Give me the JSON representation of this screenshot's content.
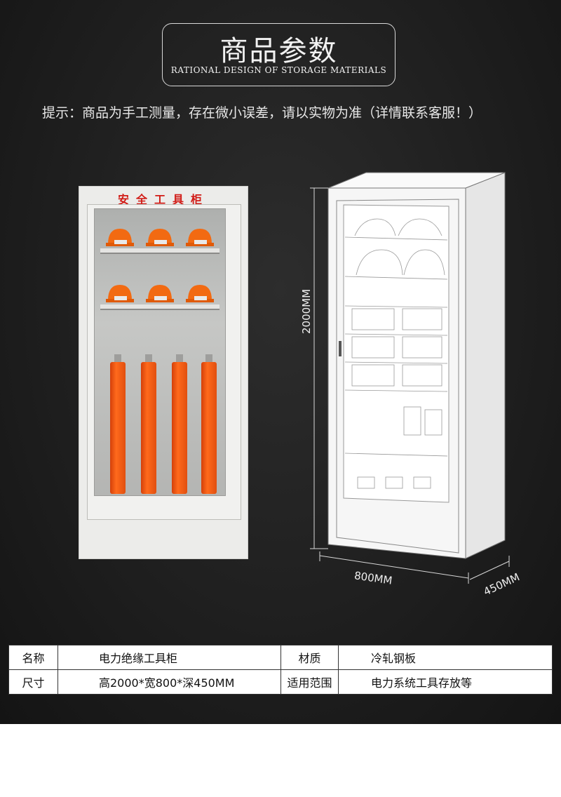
{
  "header": {
    "title_cn": "商品参数",
    "title_en": "RATIONAL DESIGN OF STORAGE MATERIALS"
  },
  "notice": "提示：商品为手工测量，存在微小误差，请以实物为准（详情联系客服！）",
  "cabinet_label": "安全工具柜",
  "dimensions": {
    "height": "2000MM",
    "width": "800MM",
    "depth": "450MM"
  },
  "specs": {
    "name_label": "名称",
    "name_value": "电力绝缘工具柜",
    "material_label": "材质",
    "material_value": "冷轧钢板",
    "size_label": "尺寸",
    "size_value": "高2000*宽800*深450MM",
    "usage_label": "适用范围",
    "usage_value": "电力系统工具存放等"
  },
  "colors": {
    "label_red": "#d11b16",
    "rod_orange": "#ff6a1c",
    "helmet_orange": "#f26a12"
  }
}
